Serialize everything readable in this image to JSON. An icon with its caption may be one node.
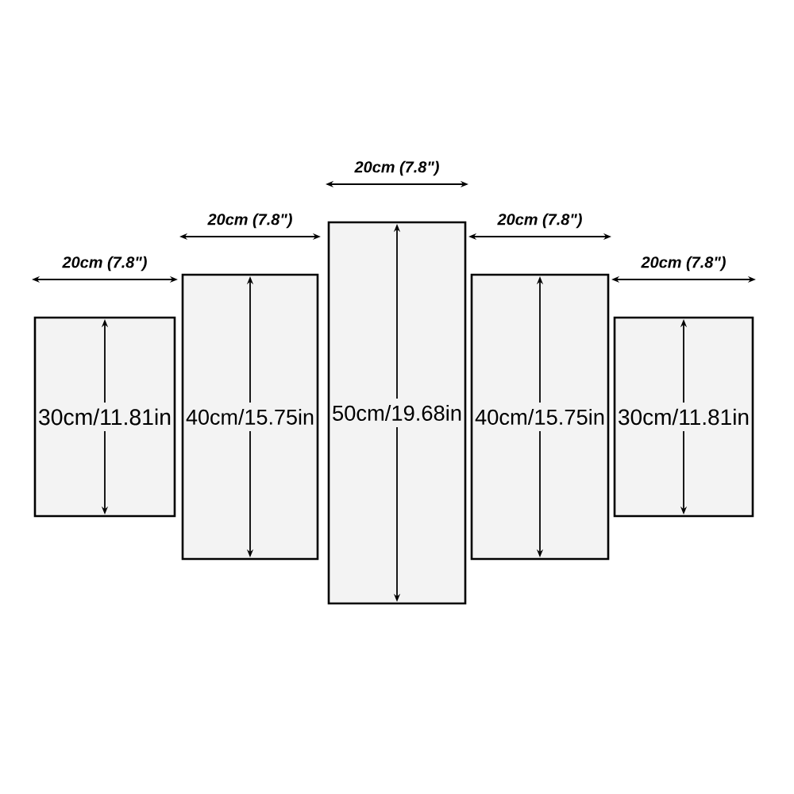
{
  "diagram": {
    "nodes": [
      {
        "text": [
          "30cm/11.81in"
        ],
        "beside": [
          "20cm (7.8\")"
        ]
      },
      {
        "text": [
          "40cm/15.75in"
        ],
        "beside": [
          "20cm (7.8\")"
        ]
      },
      {
        "text": [
          "50cm/19.68in"
        ],
        "beside": [
          "20cm (7.8\")"
        ]
      },
      {
        "text": [
          "40cm/15.75in"
        ],
        "beside": [
          "20cm (7.8\")"
        ]
      },
      {
        "text": [
          "30cm/11.81in"
        ],
        "beside": [
          "20cm (7.8\")"
        ]
      }
    ]
  }
}
